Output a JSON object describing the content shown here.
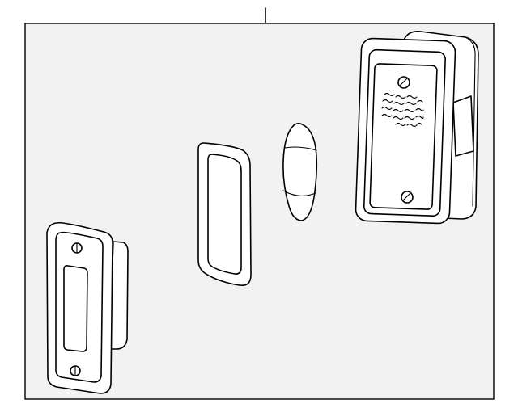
{
  "diagram": {
    "background_color": "#f2f2f2",
    "line_color": "#000000",
    "parts": [
      {
        "id": "housing-lamp",
        "icon": "license-lamp-housing-icon"
      },
      {
        "id": "bulb",
        "icon": "bulb-icon"
      },
      {
        "id": "lens-gasket",
        "icon": "gasket-icon"
      },
      {
        "id": "small-lamp",
        "icon": "small-lamp-assembly-icon"
      }
    ]
  }
}
